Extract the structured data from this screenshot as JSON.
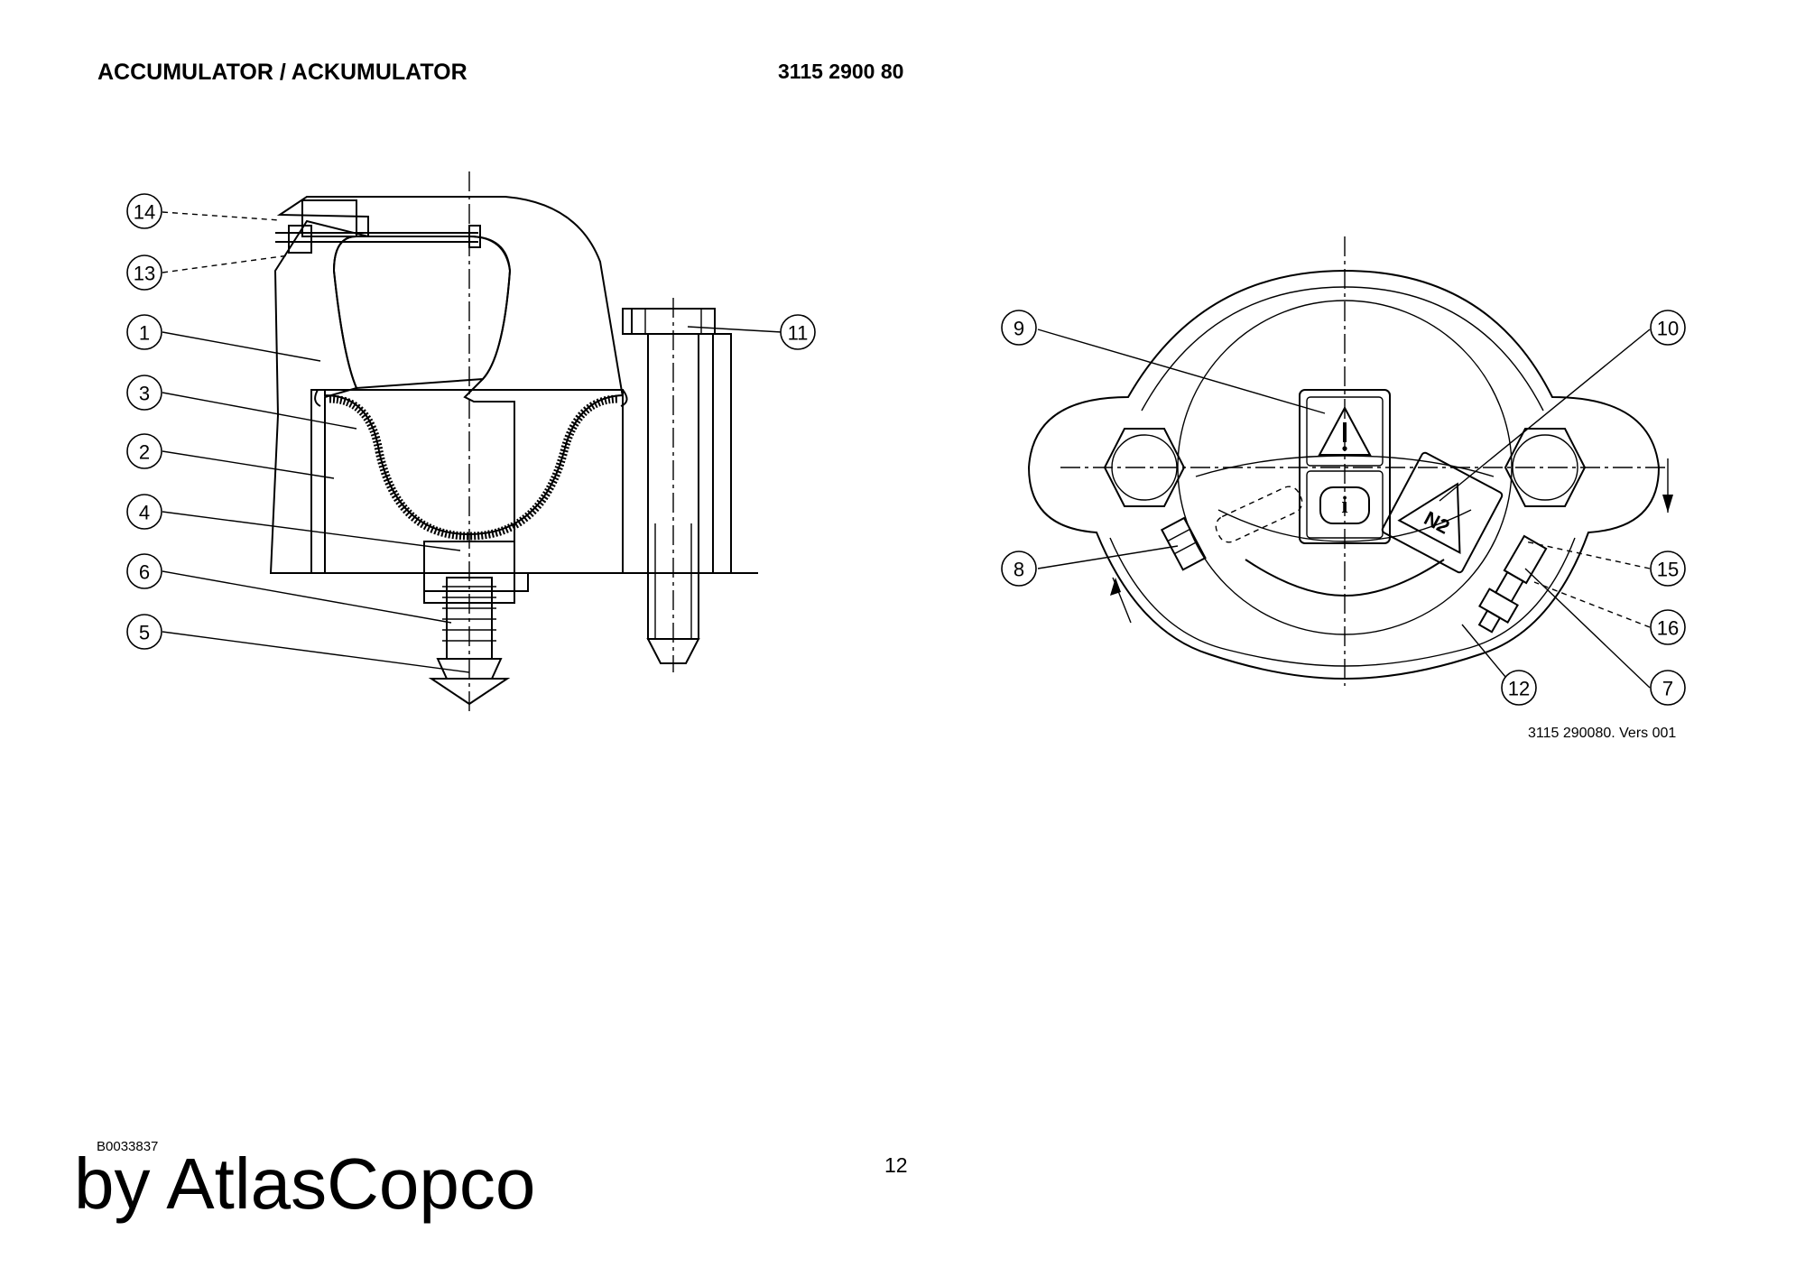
{
  "header": {
    "title": "ACCUMULATOR / ACKUMULATOR",
    "part_number": "3115 2900 80"
  },
  "left_view": {
    "callouts": [
      {
        "num": "14"
      },
      {
        "num": "13"
      },
      {
        "num": "1"
      },
      {
        "num": "3"
      },
      {
        "num": "2"
      },
      {
        "num": "4"
      },
      {
        "num": "6"
      },
      {
        "num": "5"
      },
      {
        "num": "11"
      }
    ]
  },
  "right_view": {
    "callouts": [
      {
        "num": "9"
      },
      {
        "num": "10"
      },
      {
        "num": "8"
      },
      {
        "num": "15"
      },
      {
        "num": "16"
      },
      {
        "num": "12"
      },
      {
        "num": "7"
      }
    ],
    "label_n2": "N2",
    "version": "3115 290080. Vers 001"
  },
  "footer": {
    "doc_id": "B0033837",
    "brand": "by AtlasCopco",
    "page_number": "12"
  },
  "colors": {
    "line": "#000000",
    "background": "#ffffff"
  }
}
